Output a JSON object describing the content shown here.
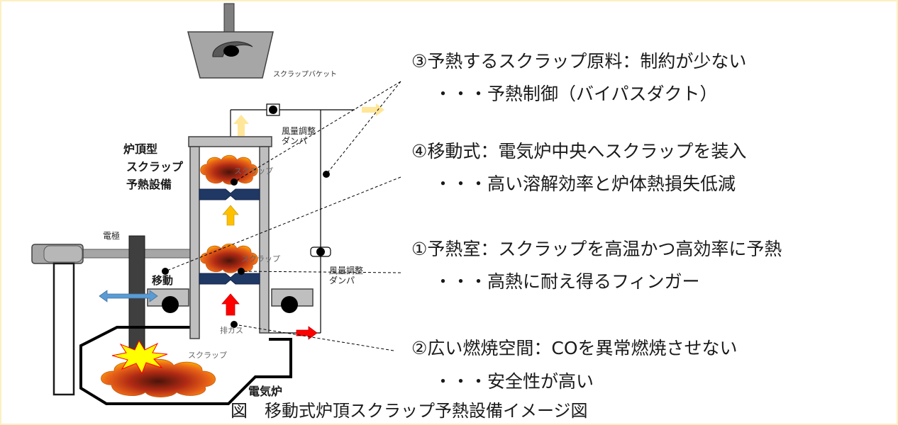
{
  "figure": {
    "caption": "図　移動式炉頂スクラップ予熱設備イメージ図"
  },
  "diagram": {
    "scrap_bucket_label": "スクラップバケット",
    "preheater_title": [
      "炉頂型",
      "スクラップ",
      "予熱設備"
    ],
    "upper_damper_label": [
      "風量調整",
      "ダンパ"
    ],
    "lower_damper_label": [
      "風量調整",
      "ダンパ"
    ],
    "upper_scrap_label": "スクラップ",
    "lower_scrap_label": "スクラップ",
    "furnace_scrap_label": "スクラップ",
    "exhaust_gas_label": "排ガス",
    "electrode_label": "電極",
    "movement_label": "移動",
    "furnace_label": "電気炉"
  },
  "features": [
    {
      "heading": "③予熱するスクラップ原料：制約が少ない",
      "detail": "・・・予熱制御（バイパスダクト）"
    },
    {
      "heading": "④移動式：電気炉中央へスクラップを装入",
      "detail": "・・・高い溶解効率と炉体熱損失低減"
    },
    {
      "heading": "①予熱室：スクラップを高温かつ高効率に予熱",
      "detail": "・・・高熱に耐え得るフィンガー"
    },
    {
      "heading": "②広い燃焼空間：COを異常燃焼させない",
      "detail": "・・・安全性が高い"
    }
  ],
  "colors": {
    "finger": "#1f3864",
    "exhaust_arrow": "#ff0000",
    "preheat_arrow": "#ffc000",
    "bypass_arrow": "#ffe699",
    "movement_arrow": "#5b9bd5",
    "page_border": "#fdf0c0"
  }
}
